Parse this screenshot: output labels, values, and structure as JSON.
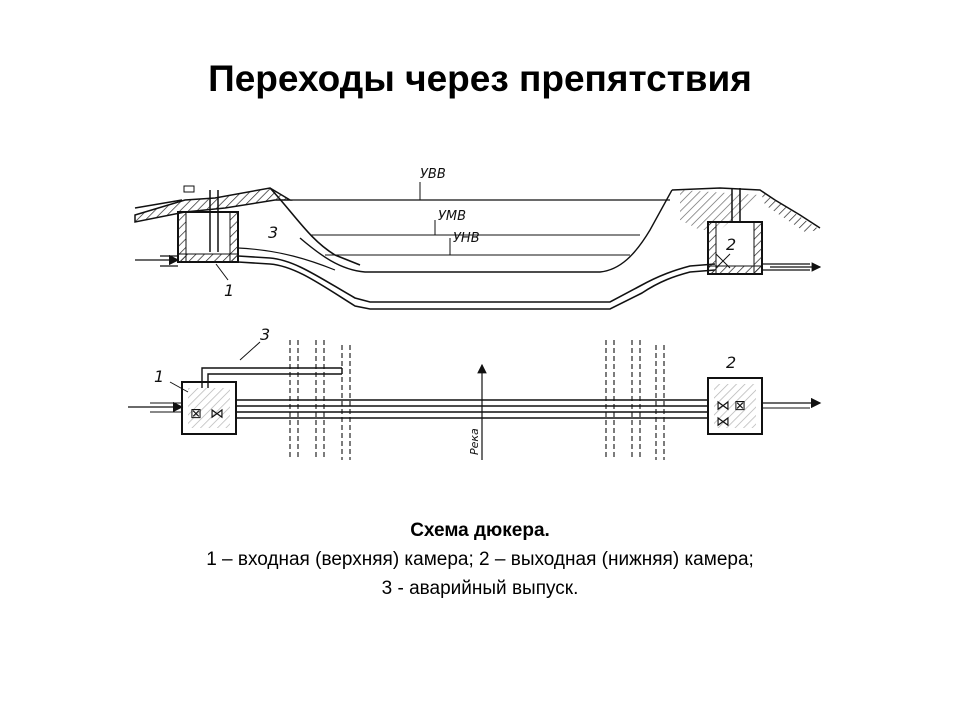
{
  "title": "Переходы через препятствия",
  "diagram": {
    "levels": {
      "high": "УВВ",
      "mid": "УМВ",
      "low": "УНВ"
    },
    "callouts": {
      "inlet": "1",
      "outlet": "2",
      "emergency": "3"
    },
    "river_label": "Река"
  },
  "caption": {
    "heading": "Схема дюкера.",
    "line1": "1 – входная (верхняя) камера; 2 – выходная (нижняя) камера;",
    "line2": "3 - аварийный выпуск."
  }
}
